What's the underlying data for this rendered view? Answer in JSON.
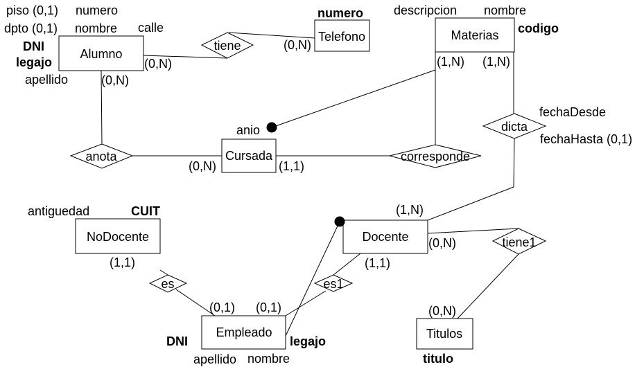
{
  "entities": {
    "alumno": "Alumno",
    "telefono": "Telefono",
    "materias": "Materias",
    "cursada": "Cursada",
    "nodocente": "NoDocente",
    "docente": "Docente",
    "empleado": "Empleado",
    "titulos": "Titulos"
  },
  "relationships": {
    "tiene": "tiene",
    "anota": "anota",
    "corresponde": "corresponde",
    "dicta": "dicta",
    "es": "es",
    "es1": "es1",
    "tiene1": "tiene1"
  },
  "attributes": {
    "alumno_piso": "piso (0,1)",
    "alumno_numero": "numero",
    "alumno_dpto": "dpto (0,1)",
    "alumno_nombre": "nombre",
    "alumno_calle": "calle",
    "alumno_dni": "DNI",
    "alumno_legajo": "legajo",
    "alumno_apellido": "apellido",
    "telefono_numero": "numero",
    "materias_descripcion": "descripcion",
    "materias_nombre": "nombre",
    "materias_codigo": "codigo",
    "cursada_anio": "anio",
    "dicta_fechadesde": "fechaDesde",
    "dicta_fechahasta": "fechaHasta (0,1)",
    "nodocente_antiguedad": "antiguedad",
    "nodocente_cuit": "CUIT",
    "empleado_dni": "DNI",
    "empleado_legajo": "legajo",
    "empleado_apellido": "apellido",
    "empleado_nombre": "nombre",
    "titulos_titulo": "titulo"
  },
  "cardinalities": {
    "telefono_tiene": "(0,N)",
    "alumno_tiene": "(0,N)",
    "alumno_anota": "(0,N)",
    "materias_corresponde": "(1,N)",
    "materias_dicta": "(1,N)",
    "cursada_anota": "(0,N)",
    "cursada_corresponde": "(1,1)",
    "docente_dicta": "(1,N)",
    "nodocente_es": "(1,1)",
    "docente_tiene1": "(0,N)",
    "docente_es1": "(1,1)",
    "empleado_es": "(0,1)",
    "empleado_es1": "(0,1)",
    "titulos_tiene1": "(0,N)"
  }
}
